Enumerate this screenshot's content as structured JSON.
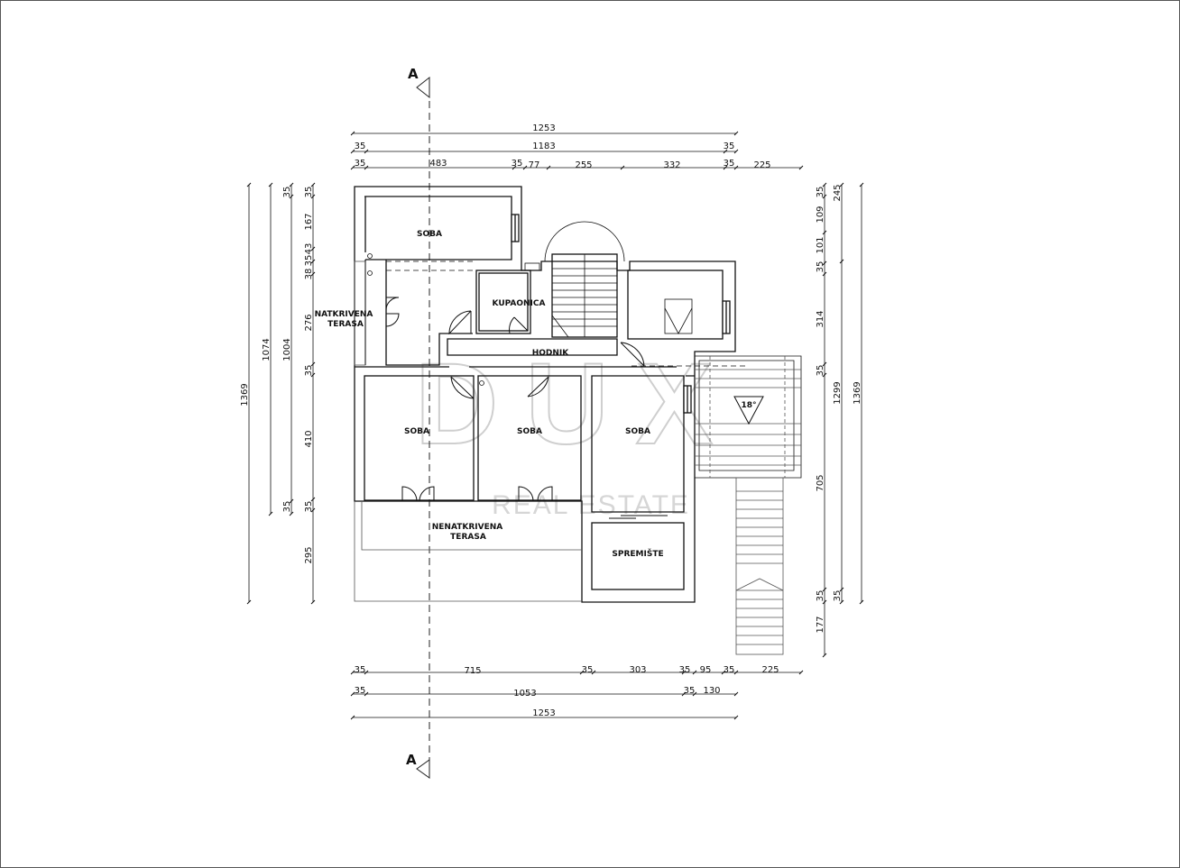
{
  "section": {
    "marker_top": "A",
    "marker_bottom": "A"
  },
  "watermark": {
    "brand": "DUX",
    "sub": "REAL ESTATE"
  },
  "rooms": {
    "soba_top": "SOBA",
    "kupaonica": "KUPAONICA",
    "hodnik": "HODNIK",
    "natkrivena_1": "NATKRIVENA",
    "natkrivena_2": "TERASA",
    "soba_left": "SOBA",
    "soba_mid": "SOBA",
    "soba_right": "SOBA",
    "nenatkrivena_1": "NENATKRIVENA",
    "nenatkrivena_2": "TERASA",
    "spremiste": "SPREMIŠTE",
    "roof_pitch": "18°"
  },
  "dims": {
    "top": {
      "row1": [
        "1253"
      ],
      "row2": [
        "35",
        "1183",
        "35"
      ],
      "row3": [
        "35",
        "483",
        "35",
        "77",
        "255",
        "332",
        "35",
        "225"
      ]
    },
    "bottom": {
      "row1": [
        "35",
        "715",
        "35",
        "303",
        "35",
        "95",
        "35",
        "225"
      ],
      "row2": [
        "35",
        "1053",
        "35",
        "130"
      ],
      "row3": [
        "1253"
      ]
    },
    "left": {
      "total": "1369",
      "mid": "1074",
      "inner": [
        "35",
        "1004",
        "35"
      ],
      "detail": [
        "35",
        "167",
        "43",
        "35",
        "38",
        "276",
        "35",
        "410",
        "35",
        "295"
      ]
    },
    "right": {
      "detail": [
        "35",
        "109",
        "101",
        "35",
        "314",
        "35",
        "705",
        "35",
        "177"
      ],
      "mid": [
        "245",
        "1299",
        "35"
      ],
      "total": "1369"
    }
  }
}
